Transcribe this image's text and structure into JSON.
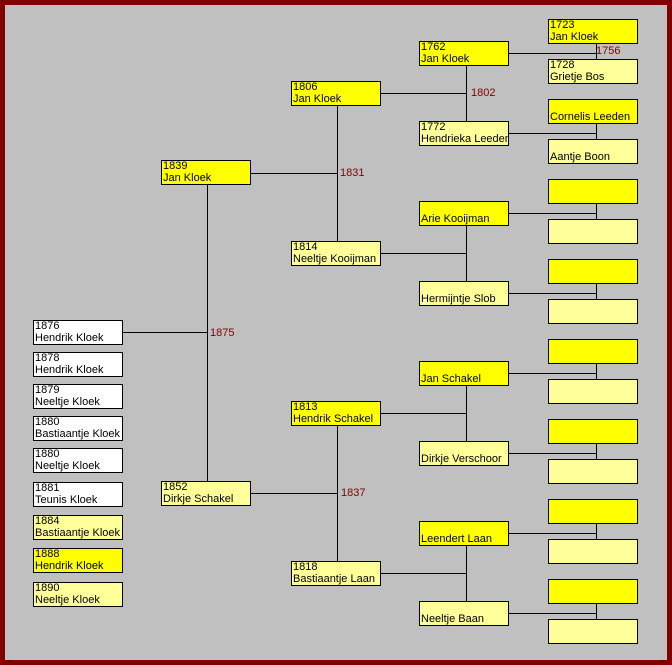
{
  "children": [
    {
      "year": "1876",
      "name": "Hendrik Kloek"
    },
    {
      "year": "1878",
      "name": "Hendrik Kloek"
    },
    {
      "year": "1879",
      "name": "Neeltje Kloek"
    },
    {
      "year": "1880",
      "name": "Bastiaantje Kloek"
    },
    {
      "year": "1880",
      "name": "Neeltje Kloek"
    },
    {
      "year": "1881",
      "name": "Teunis Kloek"
    },
    {
      "year": "1884",
      "name": "Bastiaantje Kloek"
    },
    {
      "year": "1888",
      "name": "Hendrik Kloek"
    },
    {
      "year": "1890",
      "name": "Neeltje Kloek"
    }
  ],
  "parents": [
    {
      "year": "1839",
      "name": "Jan Kloek"
    },
    {
      "year": "1852",
      "name": "Dirkje Schakel"
    }
  ],
  "grandparents": [
    {
      "year": "1806",
      "name": "Jan Kloek"
    },
    {
      "year": "1814",
      "name": "Neeltje Kooijman"
    },
    {
      "year": "1813",
      "name": "Hendrik Schakel"
    },
    {
      "year": "1818",
      "name": "Bastiaantje Laan"
    }
  ],
  "gen3": [
    {
      "year": "1762",
      "name": "Jan Kloek"
    },
    {
      "year": "1772",
      "name": "Hendrieka Leeden"
    },
    {
      "year": "",
      "name": "Arie Kooijman"
    },
    {
      "year": "",
      "name": "Hermijntje Slob"
    },
    {
      "year": "",
      "name": "Jan Schakel"
    },
    {
      "year": "",
      "name": "Dirkje Verschoor"
    },
    {
      "year": "",
      "name": "Leendert Laan"
    },
    {
      "year": "",
      "name": "Neeltje Baan"
    }
  ],
  "gen4": [
    {
      "year": "1723",
      "name": "Jan Kloek"
    },
    {
      "year": "1728",
      "name": "Grietje Bos"
    },
    {
      "year": "",
      "name": "Cornelis Leeden"
    },
    {
      "year": "",
      "name": "Aantje Boon"
    },
    {
      "year": "",
      "name": ""
    },
    {
      "year": "",
      "name": ""
    },
    {
      "year": "",
      "name": ""
    },
    {
      "year": "",
      "name": ""
    },
    {
      "year": "",
      "name": ""
    },
    {
      "year": "",
      "name": ""
    },
    {
      "year": "",
      "name": ""
    },
    {
      "year": "",
      "name": ""
    },
    {
      "year": "",
      "name": ""
    },
    {
      "year": "",
      "name": ""
    },
    {
      "year": "",
      "name": ""
    },
    {
      "year": "",
      "name": ""
    }
  ],
  "marriages": {
    "parents": "1875",
    "gp_kloek": "1831",
    "gp_schakel": "1837",
    "g3_kloek": "1802",
    "g4_kloek": "1756"
  },
  "colors": {
    "male": "#ffff00",
    "female": "#ffff99",
    "child": "#ffffff",
    "frame": "#800000",
    "marriage_year": "#800000"
  }
}
